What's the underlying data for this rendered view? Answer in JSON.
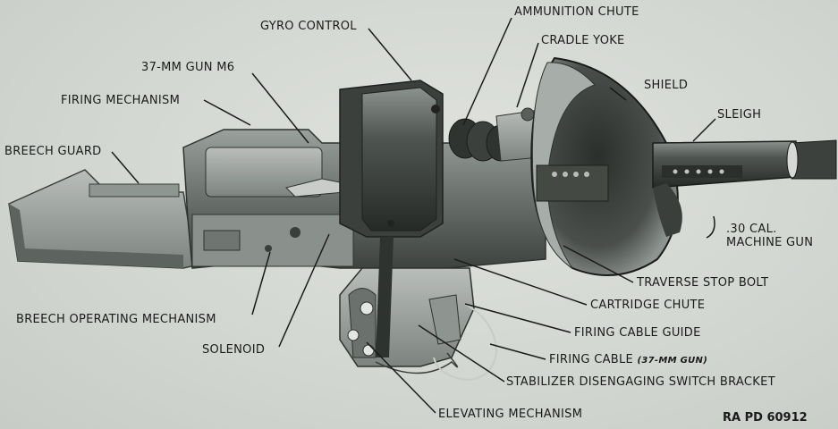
{
  "labels": {
    "gyro_control": "GYRO CONTROL",
    "ammunition_chute": "AMMUNITION CHUTE",
    "cradle_yoke": "CRADLE YOKE",
    "gun_37mm": "37-MM GUN M6",
    "shield": "SHIELD",
    "firing_mechanism": "FIRING MECHANISM",
    "sleigh": "SLEIGH",
    "breech_guard": "BREECH GUARD",
    "cal30_line1": ".30 CAL.",
    "cal30_line2": "MACHINE GUN",
    "traverse_stop_bolt": "TRAVERSE STOP BOLT",
    "cartridge_chute": "CARTRIDGE CHUTE",
    "breech_operating_mechanism": "BREECH OPERATING MECHANISM",
    "firing_cable_guide": "FIRING CABLE GUIDE",
    "solenoid": "SOLENOID",
    "firing_cable": "FIRING CABLE",
    "firing_cable_note": "(37-MM GUN)",
    "stabilizer_switch_bracket": "STABILIZER DISENGAGING SWITCH BRACKET",
    "elevating_mechanism": "ELEVATING MECHANISM"
  },
  "figure_code": "RA PD 60912"
}
